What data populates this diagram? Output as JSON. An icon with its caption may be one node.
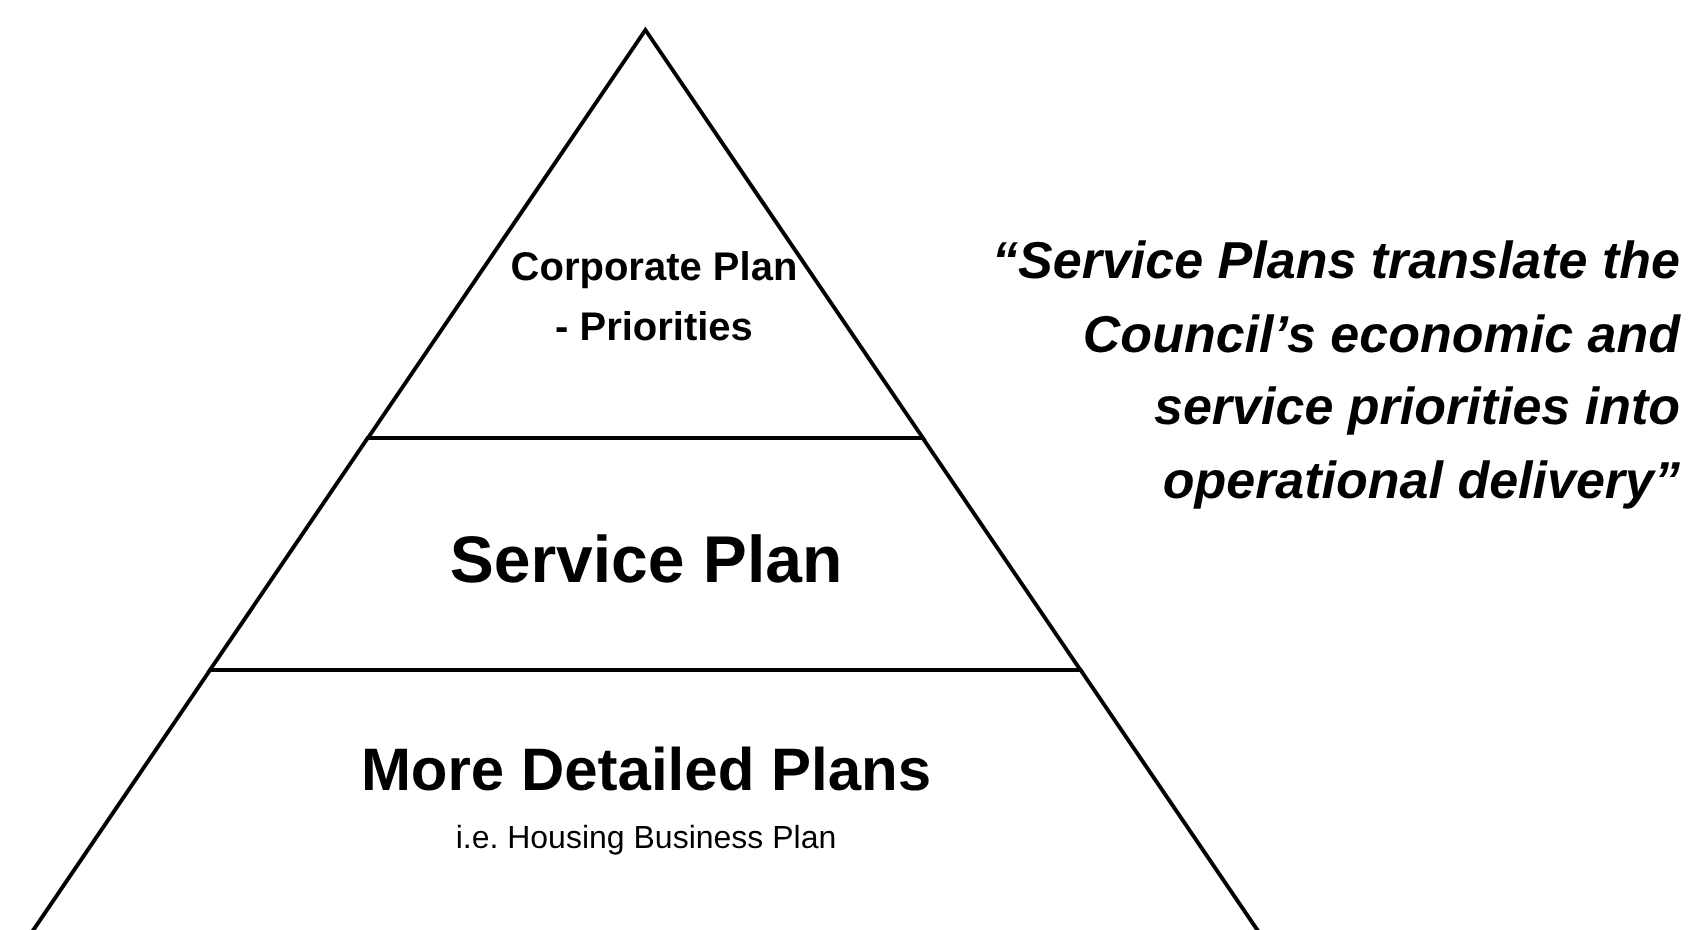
{
  "diagram": {
    "nodes": [
      {
        "text": [
          "Corporate Plan - Priorities"
        ]
      },
      {
        "text": [
          "Service Plan"
        ]
      },
      {
        "text": [
          "More Detailed Plans",
          "i.e. Housing Business Plan"
        ]
      }
    ],
    "labels": [
      "“Service Plans translate the Council’s economic and service priorities into operational delivery”"
    ]
  }
}
